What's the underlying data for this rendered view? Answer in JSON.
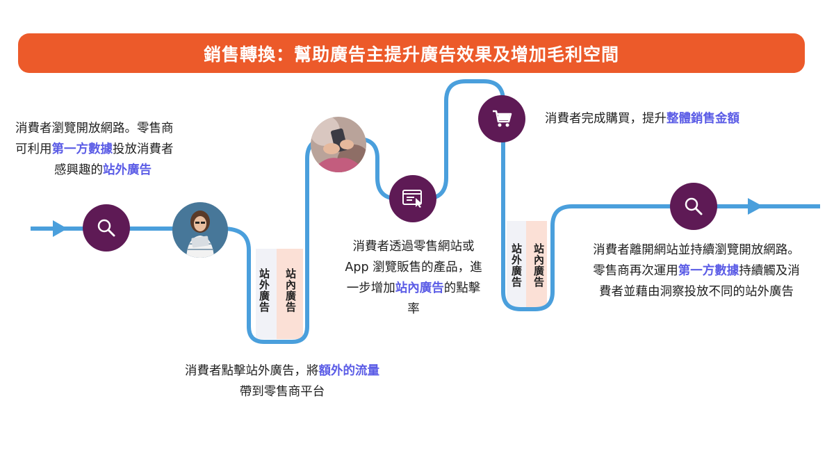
{
  "banner": {
    "title": "銷售轉換：幫助廣告主提升廣告效果及增加毛利空間"
  },
  "labels": {
    "offsite": "站外廣告",
    "onsite": "站內廣告"
  },
  "steps": {
    "browse": {
      "line1": "消費者瀏覽開放網路。零售商",
      "line2_pre": "可利用",
      "line2_hl": "第一方數據",
      "line2_post": "投放消費者",
      "line3_pre": "感興趣的",
      "line3_hl": "站外廣告"
    },
    "click": {
      "line1_pre": "消費者點擊站外廣告，將",
      "line1_hl": "額外的流量",
      "line2": "帶到零售商平台"
    },
    "view": {
      "line1": "消費者透過零售網站或",
      "line2": "App 瀏覽販售的產品，進",
      "line3_pre": "一步增加",
      "line3_hl": "站內廣告",
      "line3_post": "的點擊",
      "line4": "率"
    },
    "purchase": {
      "line1_pre": "消費者完成購買，提升",
      "line1_hl": "整體銷售金額"
    },
    "leave": {
      "line1": "消費者離開網站並持續瀏覽開放網路。",
      "line2_pre": "零售商再次運用",
      "line2_hl": "第一方數據",
      "line2_post": "持續觸及消",
      "line3": "費者並藉由洞察投放不同的站外廣告"
    }
  },
  "icons": {
    "search": "search-icon",
    "cart": "cart-icon",
    "browser": "browser-click-icon"
  },
  "colors": {
    "banner": "#ec5a2a",
    "path": "#4a9fdc",
    "node": "#5e1a55",
    "highlight": "#5b5ce6",
    "offsite_band": "#f1f2f7",
    "onsite_band": "#fbe0d6"
  }
}
